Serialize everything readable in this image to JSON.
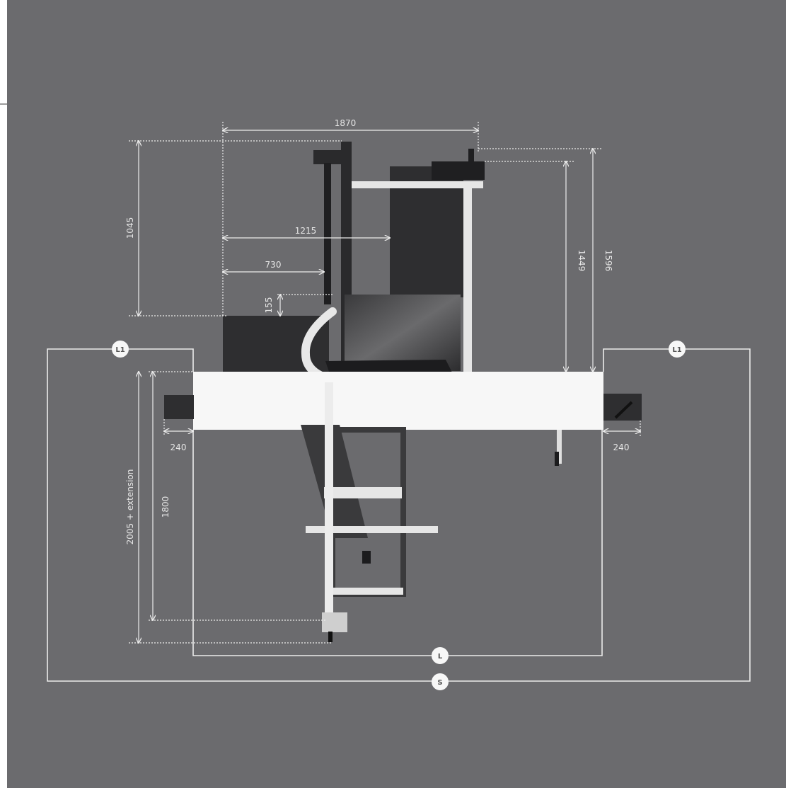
{
  "colors": {
    "background": "#6b6b6e",
    "frame": "#ffffff",
    "dimension_line": "#ececec",
    "machine_dark": "#2e2e30",
    "table_white": "#f7f7f7"
  },
  "dimensions": {
    "width_top": "1870",
    "reach_1215": "1215",
    "reach_730": "730",
    "height_1045": "1045",
    "gap_155": "155",
    "height_1449": "1449",
    "height_1596": "1596",
    "side_left": "240",
    "side_right": "240",
    "depth_1800": "1800",
    "depth_extension": "2005 + extension"
  },
  "badges": {
    "l1_left": "L1",
    "l1_right": "L1",
    "l": "L",
    "s": "S"
  }
}
